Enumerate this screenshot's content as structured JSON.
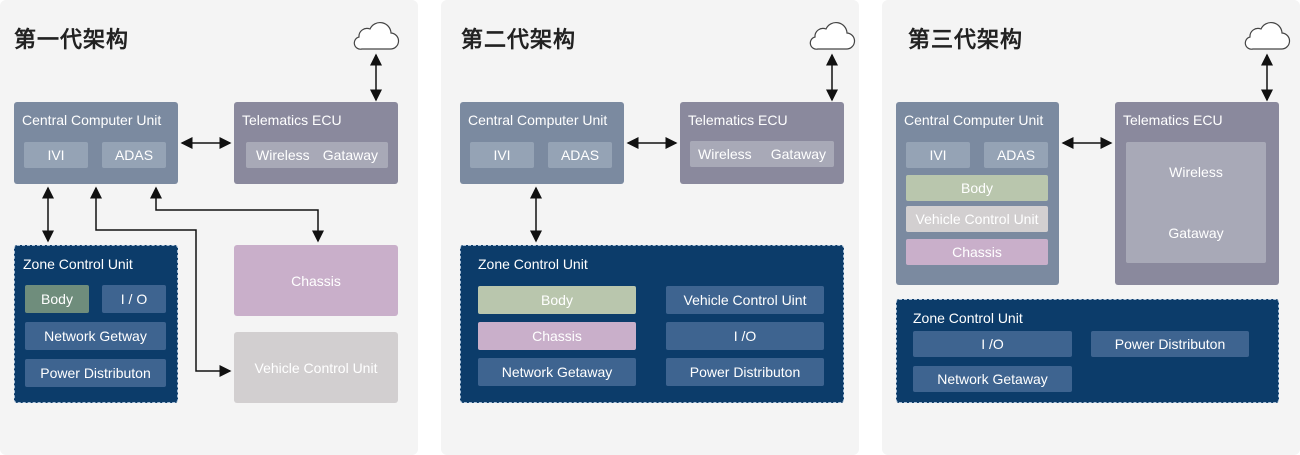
{
  "panels": [
    {
      "title": "第一代架构",
      "ccu": {
        "label": "Central Computer Unit",
        "chips": [
          "IVI",
          "ADAS"
        ]
      },
      "telematics": {
        "label": "Telematics ECU",
        "chips": [
          "Wireless",
          "Gataway"
        ]
      },
      "zone": {
        "label": "Zone Control Unit",
        "chips": [
          "Body",
          "I / O",
          "Network Getway",
          "Power Distributon"
        ]
      },
      "outer": [
        "Chassis",
        "Vehicle Control Unit"
      ]
    },
    {
      "title": "第二代架构",
      "ccu": {
        "label": "Central Computer Unit",
        "chips": [
          "IVI",
          "ADAS"
        ]
      },
      "telematics": {
        "label": "Telematics ECU",
        "chips": [
          "Wireless",
          "Gataway"
        ]
      },
      "zone": {
        "label": "Zone Control Unit",
        "chips": [
          "Body",
          "Vehicle Control Uint",
          "Chassis",
          "I /O",
          "Network Getaway",
          "Power Distributon"
        ]
      }
    },
    {
      "title": "第三代架构",
      "ccu": {
        "label": "Central Computer Unit",
        "chips": [
          "IVI",
          "ADAS",
          "Body",
          "Vehicle Control Unit",
          "Chassis"
        ]
      },
      "telematics": {
        "label": "Telematics ECU",
        "chips": [
          "Wireless",
          "Gataway"
        ]
      },
      "zone": {
        "label": "Zone Control Unit",
        "chips": [
          "I /O",
          "Power Distributon",
          "Network Getaway"
        ]
      }
    }
  ],
  "colors": {
    "panel_bg": "#f4f4f4",
    "ccu": "#7b8aa0",
    "telematics": "#8a899d",
    "zone": "#0c3c6a",
    "body": "#b9c6ad",
    "chassis": "#c9afca",
    "vcu": "#d2cfd0"
  },
  "icons": [
    "cloud-icon",
    "bidirectional-arrow"
  ]
}
